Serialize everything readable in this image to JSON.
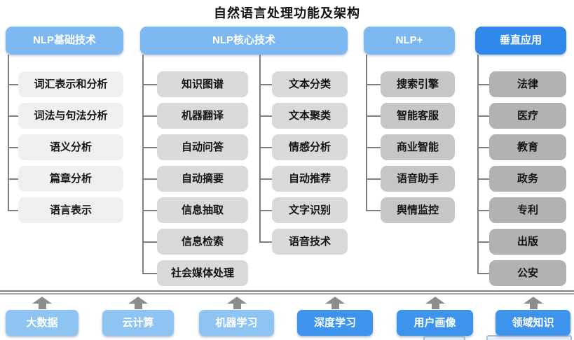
{
  "title": "自然语言处理功能及架构",
  "columns": [
    {
      "header": "NLP基础技术",
      "items": [
        "词汇表示和分析",
        "词法与句法分析",
        "语义分析",
        "篇章分析",
        "语言表示"
      ]
    },
    {
      "header": "NLP核心技术",
      "items_left": [
        "知识图谱",
        "机器翻译",
        "自动问答",
        "自动摘要",
        "信息抽取",
        "信息检索",
        "社会媒体处理"
      ],
      "items_right": [
        "文本分类",
        "文本聚类",
        "情感分析",
        "自动推荐",
        "文字识别",
        "语音技术"
      ]
    },
    {
      "header": "NLP+",
      "items": [
        "搜索引擎",
        "智能客服",
        "商业智能",
        "语音助手",
        "舆情监控"
      ]
    },
    {
      "header": "垂直应用",
      "items": [
        "法律",
        "医疗",
        "教育",
        "政务",
        "专利",
        "出版",
        "公安"
      ]
    }
  ],
  "foundation": [
    "大数据",
    "云计算",
    "机器学习",
    "深度学习",
    "用户画像",
    "领域知识"
  ],
  "colors": {
    "header_light_blue": "#7db9f0",
    "header_deep_blue": "#2f89ea",
    "foundation_light_blue": "#8ec4f2",
    "foundation_deep_blue": "#3e94ec",
    "box_gray_basic": "#efefef",
    "box_gray_core": "#d9d9d9",
    "box_gray_nlp_plus": "#c6c6c6",
    "box_gray_vertical": "#b2b2b2",
    "connector_gray": "#7f7f7f",
    "arrow_gray": "#8c8c8c"
  }
}
